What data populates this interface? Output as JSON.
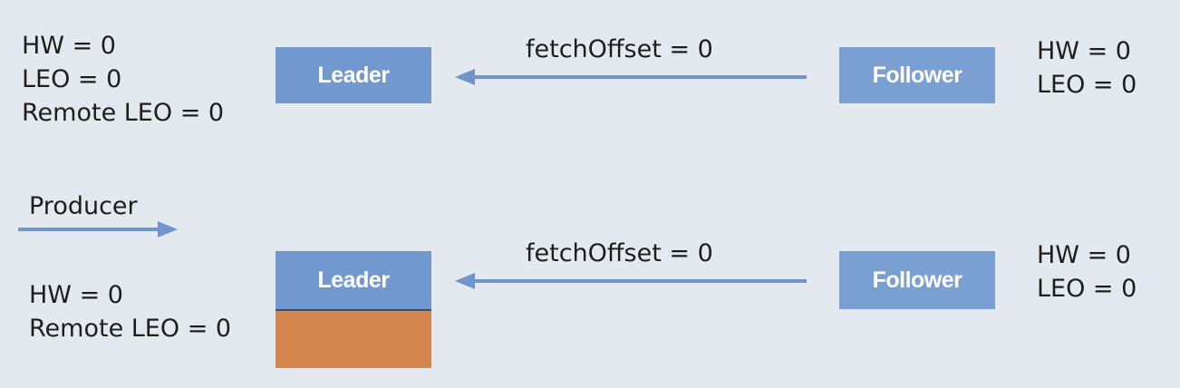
{
  "colors": {
    "background": "#e3e9ee",
    "box_blue": "#7199cf",
    "log_segment_orange": "#d4864e",
    "arrow_blue": "#6f95cc",
    "text": "#1e1e1e"
  },
  "top_row": {
    "leader_stats": [
      "HW = 0",
      "LEO = 0",
      "Remote LEO = 0"
    ],
    "leader_label": "Leader",
    "fetch_label": "fetchOffset = 0",
    "follower_label": "Follower",
    "follower_stats": [
      "HW = 0",
      "LEO = 0"
    ]
  },
  "bottom_row": {
    "producer_label": "Producer",
    "leader_stats": [
      "HW = 0",
      "Remote LEO = 0"
    ],
    "leader_label": "Leader",
    "fetch_label": "fetchOffset = 0",
    "follower_label": "Follower",
    "follower_stats": [
      "HW = 0",
      "LEO = 0"
    ]
  }
}
